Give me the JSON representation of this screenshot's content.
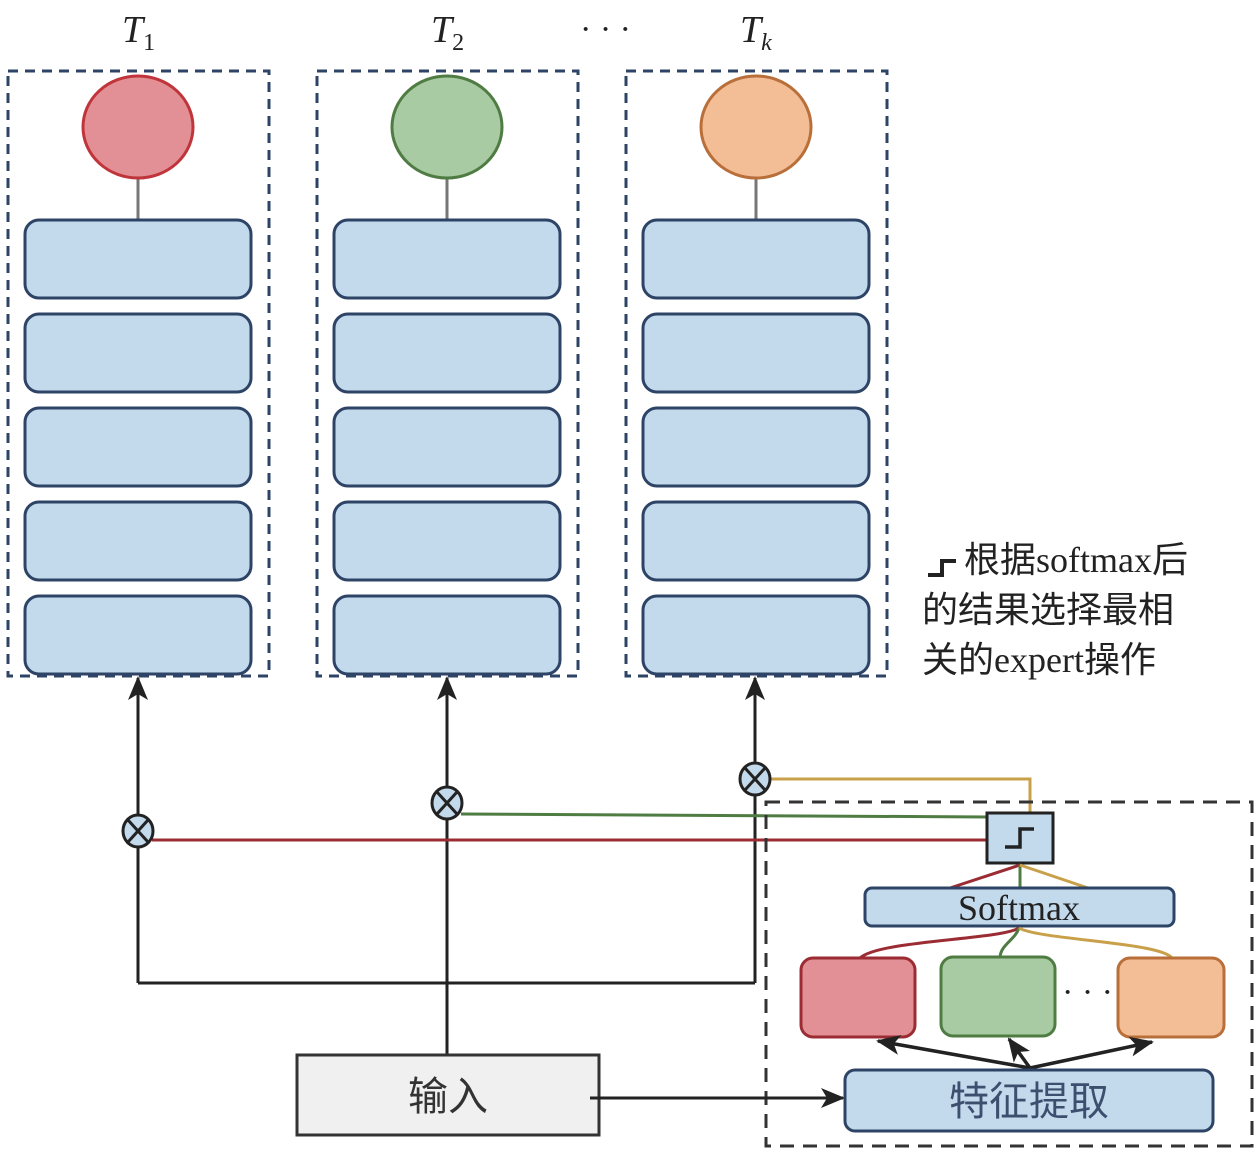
{
  "diagram": {
    "towers": [
      {
        "label_main": "T",
        "label_sub": "1",
        "sub_italic": false,
        "color_fill": "#e29095",
        "color_stroke": "#c0353c",
        "gate_wire": "#9b2c33"
      },
      {
        "label_main": "T",
        "label_sub": "2",
        "sub_italic": false,
        "color_fill": "#a9cba4",
        "color_stroke": "#4f7c42",
        "gate_wire": "#4f7c42"
      },
      {
        "label_main": "T",
        "label_sub": "k",
        "sub_italic": true,
        "color_fill": "#f3be96",
        "color_stroke": "#b96f3a",
        "gate_wire": "#c9a04a"
      }
    ],
    "tower_ellipsis": "· · ·",
    "layers_per_tower": 5,
    "layer_fill": "#c3d9ec",
    "layer_stroke": "#2e4466",
    "note": {
      "icon": "step-function-icon",
      "lines": [
        "根据softmax后",
        "的结果选择最相",
        "关的expert操作"
      ]
    },
    "gate_box_icon": "step-function-icon",
    "softmax_label": "Softmax",
    "experts_ellipsis": "· · ·",
    "feature_label": "特征提取",
    "input_label": "输入",
    "multiply_icon": "circle-times-icon"
  }
}
